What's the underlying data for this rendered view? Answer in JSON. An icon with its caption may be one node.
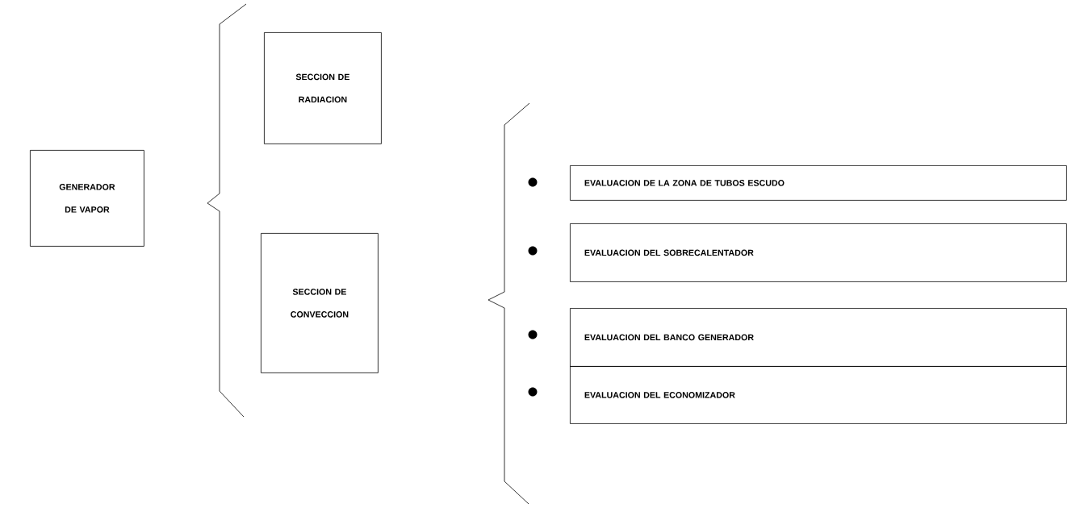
{
  "diagram": {
    "nodes": [
      {
        "text": [
          "GENERADOR DE VAPOR"
        ]
      },
      {
        "text": [
          "SECCION DE RADIACION"
        ]
      },
      {
        "text": [
          "SECCION DE CONVECCION"
        ]
      },
      {
        "text": [
          "EVALUACION DE LA ZONA DE TUBOS ESCUDO"
        ]
      },
      {
        "text": [
          "EVALUACION DEL SOBRECALENTADOR"
        ]
      },
      {
        "text": [
          "EVALUACION DEL BANCO GENERADOR"
        ]
      },
      {
        "text": [
          "EVALUACION DEL ECONOMIZADOR"
        ]
      }
    ]
  }
}
